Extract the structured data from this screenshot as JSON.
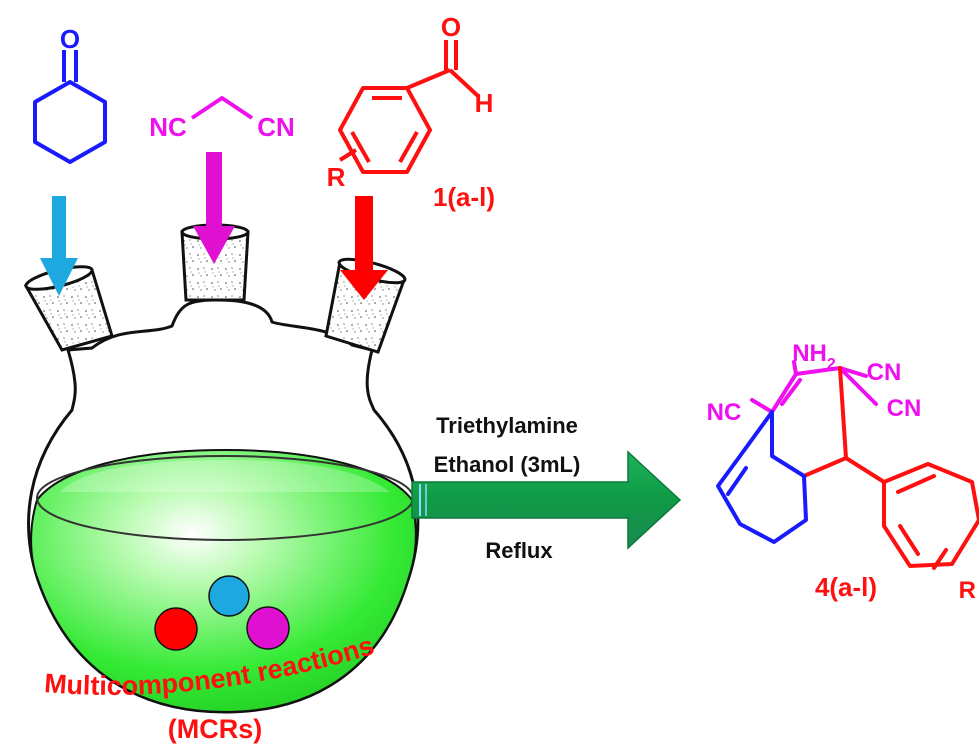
{
  "colors": {
    "blue": "#1a1aff",
    "magenta": "#ee10ee",
    "red": "#ff1010",
    "cyan": "#1ea8e0",
    "green": "#2ee82e",
    "arrow_green": "#12a04a",
    "black": "#111111"
  },
  "reactants": {
    "ketone": {
      "o_label": "O"
    },
    "malononitrile": {
      "nc_label": "NC",
      "cn_label": "CN"
    },
    "aldehyde": {
      "o_label": "O",
      "h_label": "H",
      "r_label": "R",
      "compound_id": "1(a-l)"
    }
  },
  "conditions": {
    "reagent": "Triethylamine",
    "solvent": "Ethanol (3mL)",
    "process": "Reflux"
  },
  "flask": {
    "caption_line1": "Multicomponent reactions",
    "caption_line2": "(MCRs)"
  },
  "product": {
    "nh2_main": "NH",
    "nh2_sub": "2",
    "nc_label": "NC",
    "cn1_label": "CN",
    "cn2_label": "CN",
    "r_label": "R",
    "compound_id": "4(a-l)"
  }
}
